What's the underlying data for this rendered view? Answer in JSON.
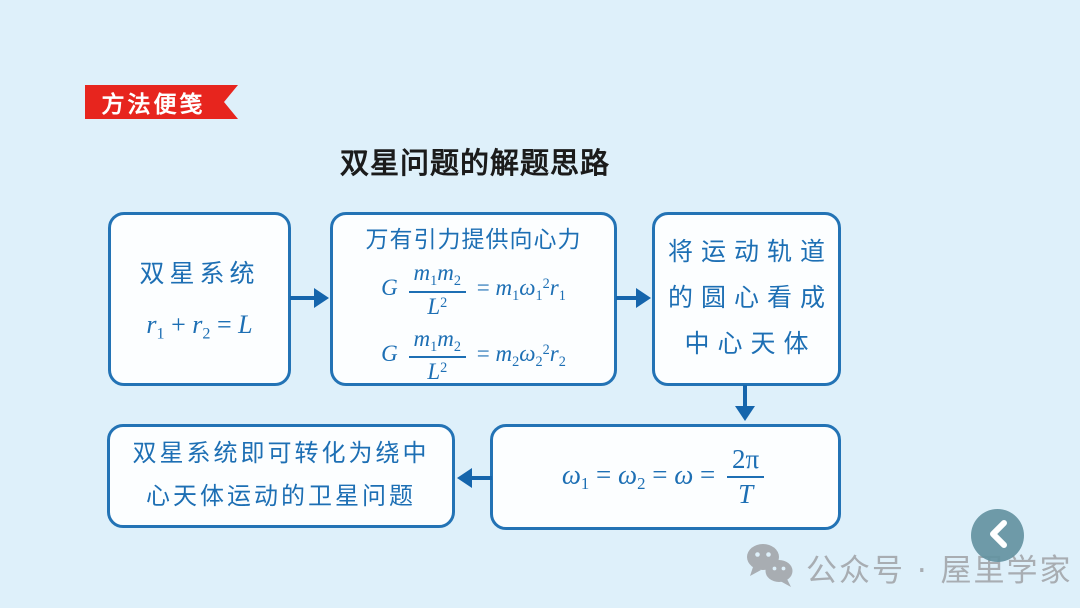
{
  "badge": {
    "label": "方法便笺"
  },
  "title": "双星问题的解题思路",
  "colors": {
    "background": "#def0fa",
    "box_fill": "#fcfeff",
    "box_border": "#2373b5",
    "text_blue": "#1d6fb4",
    "arrow": "#1565ac",
    "badge_red": "#e7251e",
    "watermark_gray": "#a8adb2",
    "back_circle": "#6493a1"
  },
  "flowchart": {
    "box_binary_system": {
      "label": "双星系统",
      "formula": [
        {
          "k": "v",
          "t": "r"
        },
        {
          "k": "sub",
          "t": "1"
        },
        {
          "k": "n",
          "t": " + "
        },
        {
          "k": "v",
          "t": "r"
        },
        {
          "k": "sub",
          "t": "2"
        },
        {
          "k": "n",
          "t": " = "
        },
        {
          "k": "v",
          "t": "L"
        }
      ]
    },
    "box_gravity": {
      "label": "万有引力提供向心力",
      "eq1": [
        {
          "k": "v",
          "t": "G"
        },
        {
          "k": "n",
          "t": " "
        },
        {
          "k": "frac",
          "num": [
            {
              "k": "v",
              "t": "m"
            },
            {
              "k": "sub",
              "t": "1"
            },
            {
              "k": "v",
              "t": "m"
            },
            {
              "k": "sub",
              "t": "2"
            }
          ],
          "den": [
            {
              "k": "v",
              "t": "L"
            },
            {
              "k": "sup",
              "t": "2"
            }
          ]
        },
        {
          "k": "n",
          "t": " = "
        },
        {
          "k": "v",
          "t": "m"
        },
        {
          "k": "sub",
          "t": "1"
        },
        {
          "k": "v",
          "t": "ω"
        },
        {
          "k": "sub",
          "t": "1"
        },
        {
          "k": "sup",
          "t": "2"
        },
        {
          "k": "v",
          "t": "r"
        },
        {
          "k": "sub",
          "t": "1"
        }
      ],
      "eq2": [
        {
          "k": "v",
          "t": "G"
        },
        {
          "k": "n",
          "t": " "
        },
        {
          "k": "frac",
          "num": [
            {
              "k": "v",
              "t": "m"
            },
            {
              "k": "sub",
              "t": "1"
            },
            {
              "k": "v",
              "t": "m"
            },
            {
              "k": "sub",
              "t": "2"
            }
          ],
          "den": [
            {
              "k": "v",
              "t": "L"
            },
            {
              "k": "sup",
              "t": "2"
            }
          ]
        },
        {
          "k": "n",
          "t": " = "
        },
        {
          "k": "v",
          "t": "m"
        },
        {
          "k": "sub",
          "t": "2"
        },
        {
          "k": "v",
          "t": "ω"
        },
        {
          "k": "sub",
          "t": "2"
        },
        {
          "k": "sup",
          "t": "2"
        },
        {
          "k": "v",
          "t": "r"
        },
        {
          "k": "sub",
          "t": "2"
        }
      ]
    },
    "box_orbit_center": {
      "lines": [
        "将运动轨道",
        "的圆心看成",
        "中心天体"
      ]
    },
    "box_omega": {
      "formula": [
        {
          "k": "v",
          "t": "ω"
        },
        {
          "k": "sub",
          "t": "1"
        },
        {
          "k": "n",
          "t": " = "
        },
        {
          "k": "v",
          "t": "ω"
        },
        {
          "k": "sub",
          "t": "2"
        },
        {
          "k": "n",
          "t": " = "
        },
        {
          "k": "v",
          "t": "ω"
        },
        {
          "k": "n",
          "t": " = "
        },
        {
          "k": "frac",
          "num": [
            {
              "k": "n",
              "t": "2π"
            }
          ],
          "den": [
            {
              "k": "v",
              "t": "T"
            }
          ]
        }
      ]
    },
    "box_satellite": {
      "lines": [
        "双星系统即可转化为绕中",
        "心天体运动的卫星问题"
      ]
    }
  },
  "watermark": {
    "icon": "wechat-icon",
    "label": "公众号 · 屋里学家"
  },
  "nav": {
    "back_icon": "chevron-left-icon"
  }
}
